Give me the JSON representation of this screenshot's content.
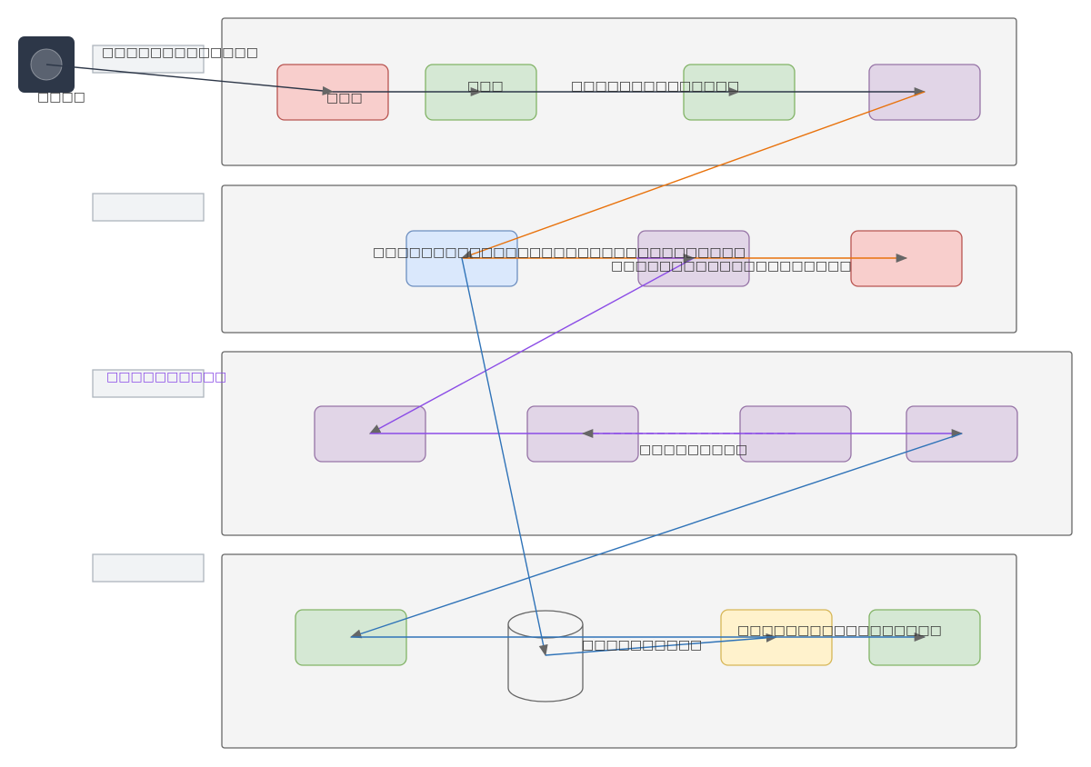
{
  "diagram": {
    "actor": {
      "label": "□□□□",
      "icon": "user-circle-icon"
    },
    "lanes": [
      {
        "id": "lane-1",
        "label": "□□□□□□□□□□□□□",
        "label_color": "#333333"
      },
      {
        "id": "lane-2",
        "label": "",
        "label_color": "#333333"
      },
      {
        "id": "lane-3",
        "label": "□□□□□□□□□□",
        "label_color": "#8b4ce6"
      },
      {
        "id": "lane-4",
        "label": "",
        "label_color": "#333333"
      }
    ],
    "nodes": [
      {
        "id": "n1",
        "lane": "lane-1",
        "label": "□□□",
        "fill": "#f8cecc",
        "stroke": "#b85450"
      },
      {
        "id": "n2",
        "lane": "lane-1",
        "label": "□□□",
        "fill": "#d5e8d4",
        "stroke": "#82b366"
      },
      {
        "id": "n3",
        "lane": "lane-1",
        "label": "",
        "fill": "#d5e8d4",
        "stroke": "#82b366"
      },
      {
        "id": "n4",
        "lane": "lane-1",
        "label": "",
        "fill": "#e1d5e7",
        "stroke": "#9673a6"
      },
      {
        "id": "n5",
        "lane": "lane-2",
        "label": "",
        "fill": "#dae8fc",
        "stroke": "#6c8ebf"
      },
      {
        "id": "n6",
        "lane": "lane-2",
        "label": "",
        "fill": "#e1d5e7",
        "stroke": "#9673a6"
      },
      {
        "id": "n7",
        "lane": "lane-2",
        "label": "",
        "fill": "#f8cecc",
        "stroke": "#b85450"
      },
      {
        "id": "n8",
        "lane": "lane-3",
        "label": "",
        "fill": "#e1d5e7",
        "stroke": "#9673a6"
      },
      {
        "id": "n9",
        "lane": "lane-3",
        "label": "",
        "fill": "#e1d5e7",
        "stroke": "#9673a6"
      },
      {
        "id": "n10",
        "lane": "lane-3",
        "label": "",
        "fill": "#e1d5e7",
        "stroke": "#9673a6"
      },
      {
        "id": "n11",
        "lane": "lane-3",
        "label": "",
        "fill": "#e1d5e7",
        "stroke": "#9673a6"
      },
      {
        "id": "n12",
        "lane": "lane-4",
        "label": "",
        "fill": "#d5e8d4",
        "stroke": "#82b366"
      },
      {
        "id": "db",
        "lane": "lane-4",
        "label": "",
        "shape": "cylinder",
        "fill": "#f4f4f4",
        "stroke": "#666666"
      },
      {
        "id": "n13",
        "lane": "lane-4",
        "label": "",
        "fill": "#fff2cc",
        "stroke": "#d6b656"
      },
      {
        "id": "n14",
        "lane": "lane-4",
        "label": "",
        "fill": "#d5e8d4",
        "stroke": "#82b366"
      }
    ],
    "edges": [
      {
        "from": "actor",
        "to": "n1",
        "color": "#2d3748",
        "label": ""
      },
      {
        "from": "n1",
        "to": "n2",
        "color": "#2d3748",
        "label": ""
      },
      {
        "from": "n2",
        "to": "n3",
        "color": "#2d3748",
        "label": "□□□□□□□□□□□□□□"
      },
      {
        "from": "n3",
        "to": "n4",
        "color": "#2d3748",
        "label": ""
      },
      {
        "from": "n4",
        "to": "n5",
        "color": "#e8720c",
        "label": "□□□□□□□□□□□□□□□□□□□□□□□□□□□□□□□"
      },
      {
        "from": "n5",
        "to": "n7",
        "color": "#e8720c",
        "label": ""
      },
      {
        "from": "n6",
        "to": "n8",
        "color": "#8b4ce6",
        "label": "□□□□□□□□□□□□□□□□□□□□"
      },
      {
        "from": "n8",
        "to": "n11",
        "color": "#8b4ce6",
        "label": ""
      },
      {
        "from": "n11",
        "to": "n9",
        "color": "#8b4ce6",
        "label": "□□□□□□□□□",
        "dashed": true
      },
      {
        "from": "n5",
        "to": "db",
        "color": "#2f73b8",
        "label": ""
      },
      {
        "from": "n11",
        "to": "n12",
        "color": "#2f73b8",
        "label": ""
      },
      {
        "from": "db",
        "to": "n13",
        "color": "#2f73b8",
        "label": "□□□□□□□□□□"
      },
      {
        "from": "n12",
        "to": "n14",
        "color": "#2f73b8",
        "label": "□□□□□□□□□□□□□□□□□"
      }
    ]
  }
}
